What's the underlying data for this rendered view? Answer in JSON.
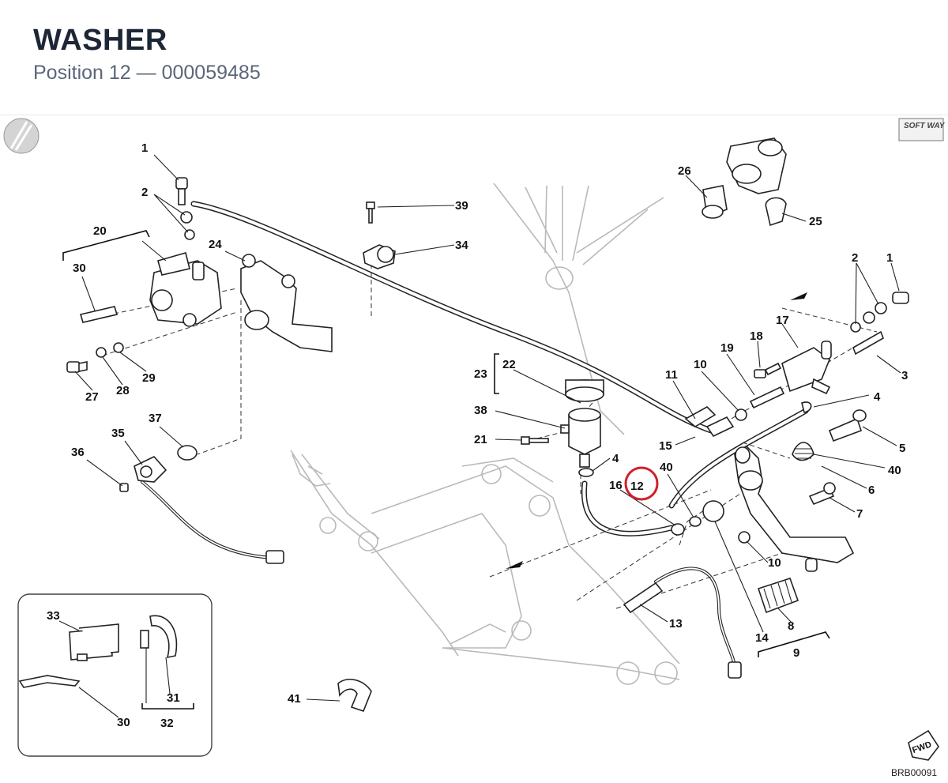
{
  "header": {
    "title": "WASHER",
    "subtitle": "Position 12 — 000059485"
  },
  "diagram": {
    "brand_logo": "SOFT WAY",
    "drawing_code": "BRB00091",
    "fwd_label": "FWD",
    "highlighted_position": "12",
    "highlight_color": "#d0202b",
    "callouts": [
      "1",
      "2",
      "20",
      "30",
      "24",
      "39",
      "34",
      "26",
      "25",
      "2",
      "1",
      "17",
      "18",
      "19",
      "10",
      "11",
      "3",
      "4",
      "5",
      "23",
      "22",
      "38",
      "21",
      "4",
      "16",
      "12",
      "40",
      "15",
      "40",
      "6",
      "7",
      "10",
      "8",
      "9",
      "14",
      "13",
      "27",
      "28",
      "29",
      "37",
      "35",
      "36",
      "33",
      "31",
      "32",
      "30",
      "41"
    ]
  }
}
